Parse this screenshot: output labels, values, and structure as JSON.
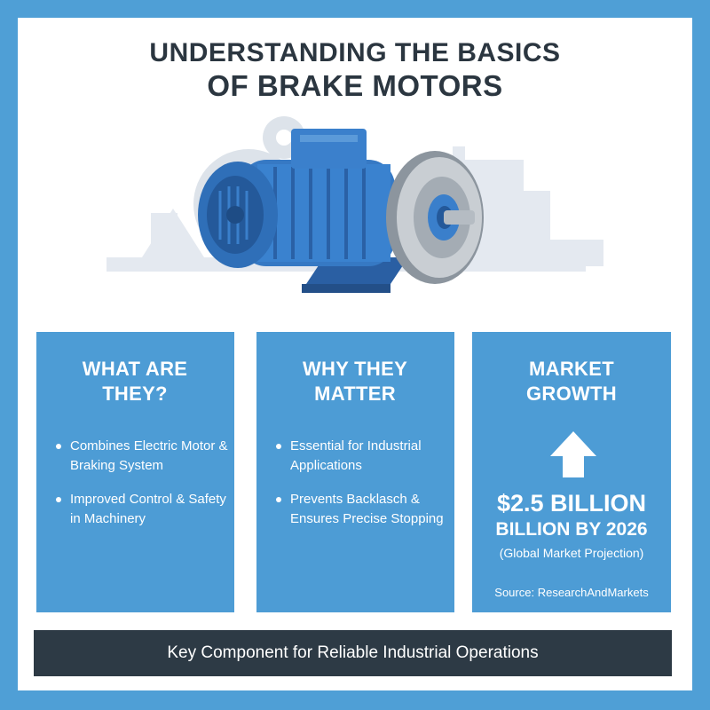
{
  "title": {
    "line1": "UNDERSTANDING THE BASICS",
    "line2": "OF BRAKE MOTORS"
  },
  "hero": {
    "illustration": "brake-motor-illustration",
    "colors": {
      "motor": "#2f6fb8",
      "background_shapes": "#e3e8ef",
      "disc": "#9aa3ab"
    }
  },
  "panels": [
    {
      "heading": "WHAT ARE THEY?",
      "bullets": [
        "Combines Electric Motor & Braking System",
        "Improved Control & Safety in Machinery"
      ]
    },
    {
      "heading": "WHY THEY MATTER",
      "bullets": [
        "Essential for Industrial Applications",
        "Prevents Backlasch & Ensures Precise Stopping"
      ]
    },
    {
      "heading": "MARKET GROWTH",
      "icon": "up-arrow-icon",
      "amount": "$2.5 BILLION",
      "amount_line2": "BILLION BY 2026",
      "note": "(Global Market Projection)",
      "source": "Source: ResearchAndMarkets"
    }
  ],
  "footer": {
    "text": "Key Component for Reliable Industrial Operations"
  },
  "colors": {
    "frame": "#4f9fd6",
    "panel": "#4d9cd5",
    "footer": "#2d3a45",
    "title": "#2b3640"
  }
}
